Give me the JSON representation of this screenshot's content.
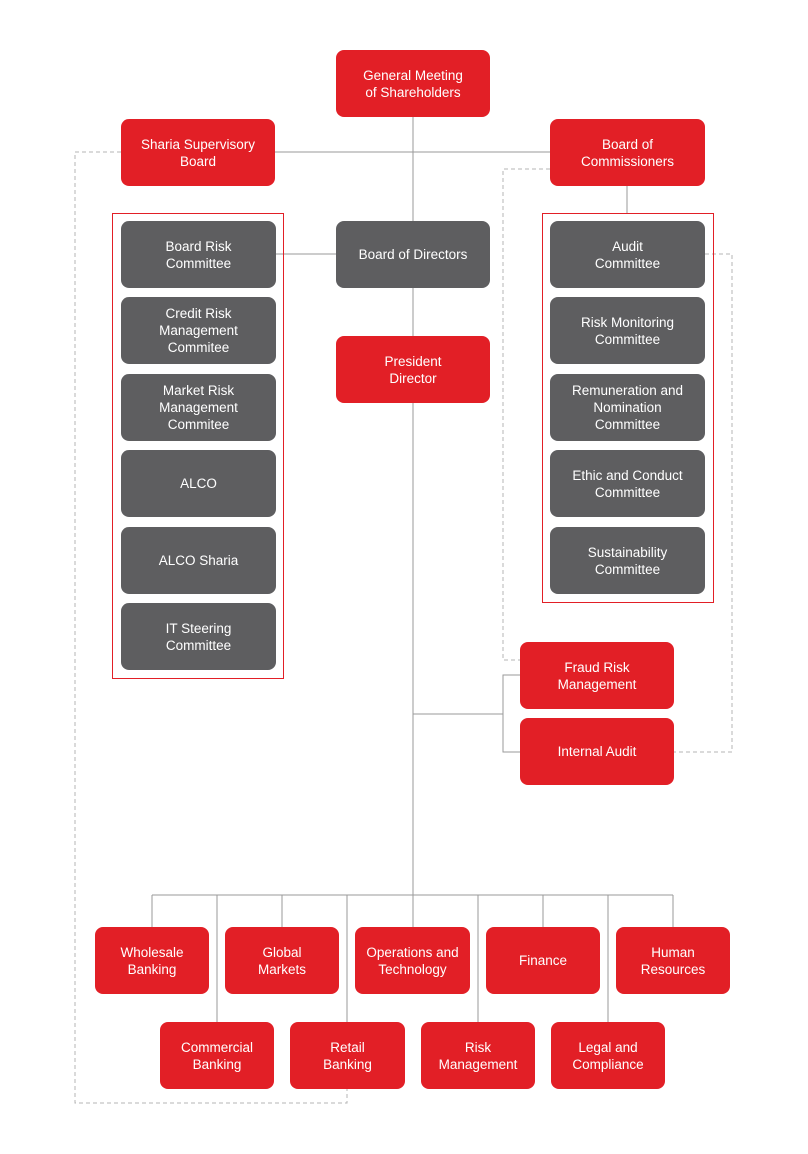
{
  "colors": {
    "red": "#e21f26",
    "grey": "#5e5e60",
    "line": "#9a9a9a",
    "dashed": "#b4b4b4"
  },
  "nodes": {
    "gms": "General Meeting\nof Shareholders",
    "ssb": "Sharia Supervisory\nBoard",
    "boc": "Board of\nCommissioners",
    "bod": "Board of Directors",
    "president": "President\nDirector",
    "fraud": "Fraud Risk\nManagement",
    "internal_audit": "Internal Audit"
  },
  "left_committees": [
    "Board Risk\nCommittee",
    "Credit Risk\nManagement\nCommitee",
    "Market Risk\nManagement\nCommitee",
    "ALCO",
    "ALCO Sharia",
    "IT Steering\nCommittee"
  ],
  "right_committees": [
    "Audit\nCommittee",
    "Risk Monitoring\nCommittee",
    "Remuneration and\nNomination\nCommittee",
    "Ethic and Conduct\nCommittee",
    "Sustainability\nCommittee"
  ],
  "divisions_top": [
    "Wholesale\nBanking",
    "Global\nMarkets",
    "Operations and\nTechnology",
    "Finance",
    "Human\nResources"
  ],
  "divisions_bottom": [
    "Commercial\nBanking",
    "Retail\nBanking",
    "Risk\nManagement",
    "Legal and\nCompliance"
  ]
}
